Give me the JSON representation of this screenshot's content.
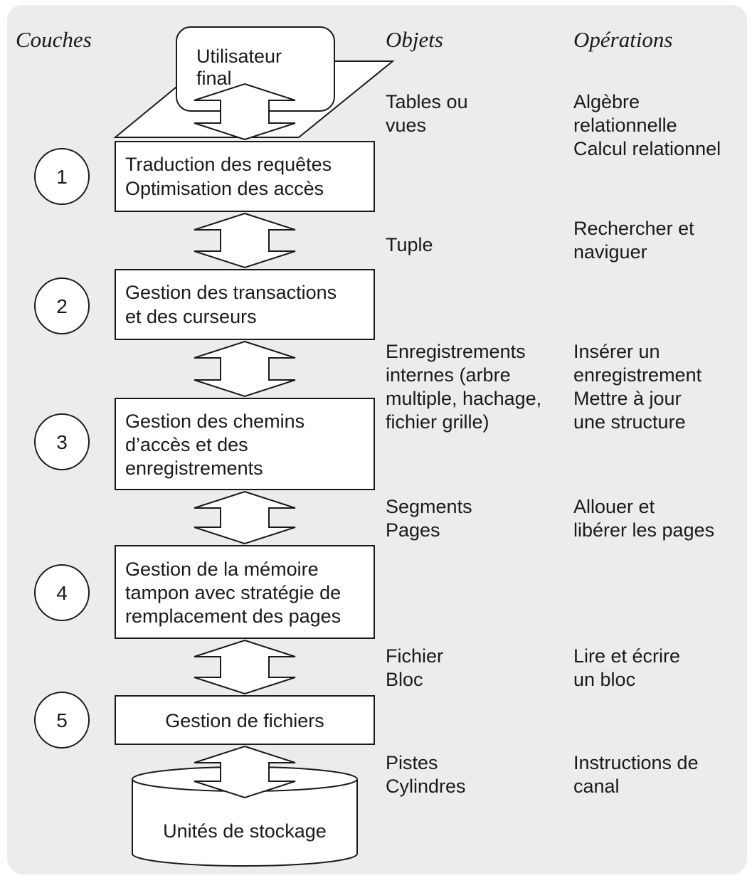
{
  "colors": {
    "background": "#ececec",
    "stroke": "#1a1a1a",
    "box_fill": "#ffffff",
    "text": "#1a1a1a"
  },
  "headers": {
    "layers": "Couches",
    "objects": "Objets",
    "operations": "Opérations"
  },
  "top": {
    "line1": "Utilisateur",
    "line2": "final"
  },
  "layers": [
    {
      "number": "1",
      "lines": [
        "Traduction des requêtes",
        "Optimisation des accès"
      ]
    },
    {
      "number": "2",
      "lines": [
        "Gestion des transactions",
        "et des curseurs"
      ]
    },
    {
      "number": "3",
      "lines": [
        "Gestion des chemins",
        "d’accès et des",
        "enregistrements"
      ]
    },
    {
      "number": "4",
      "lines": [
        "Gestion de la mémoire",
        "tampon avec stratégie de",
        "remplacement des pages"
      ]
    },
    {
      "number": "5",
      "lines": [
        "Gestion de fichiers"
      ]
    }
  ],
  "storage": {
    "label": "Unités de stockage"
  },
  "interfaces": [
    {
      "objects": [
        "Tables ou",
        "vues"
      ],
      "operations": [
        "Algèbre",
        "relationnelle",
        "Calcul relationnel"
      ]
    },
    {
      "objects": [
        "Tuple"
      ],
      "operations": [
        "Rechercher et",
        "naviguer"
      ]
    },
    {
      "objects": [
        "Enregistrements",
        "internes (arbre",
        "multiple, hachage,",
        "fichier grille)"
      ],
      "operations": [
        "Insérer un",
        "enregistrement",
        "Mettre à jour",
        "une structure"
      ]
    },
    {
      "objects": [
        "Segments",
        "Pages"
      ],
      "operations": [
        "Allouer et",
        "libérer les pages"
      ]
    },
    {
      "objects": [
        "Fichier",
        "Bloc"
      ],
      "operations": [
        "Lire et écrire",
        "un bloc"
      ]
    },
    {
      "objects": [
        "Pistes",
        "Cylindres"
      ],
      "operations": [
        "Instructions de",
        "canal"
      ]
    }
  ]
}
